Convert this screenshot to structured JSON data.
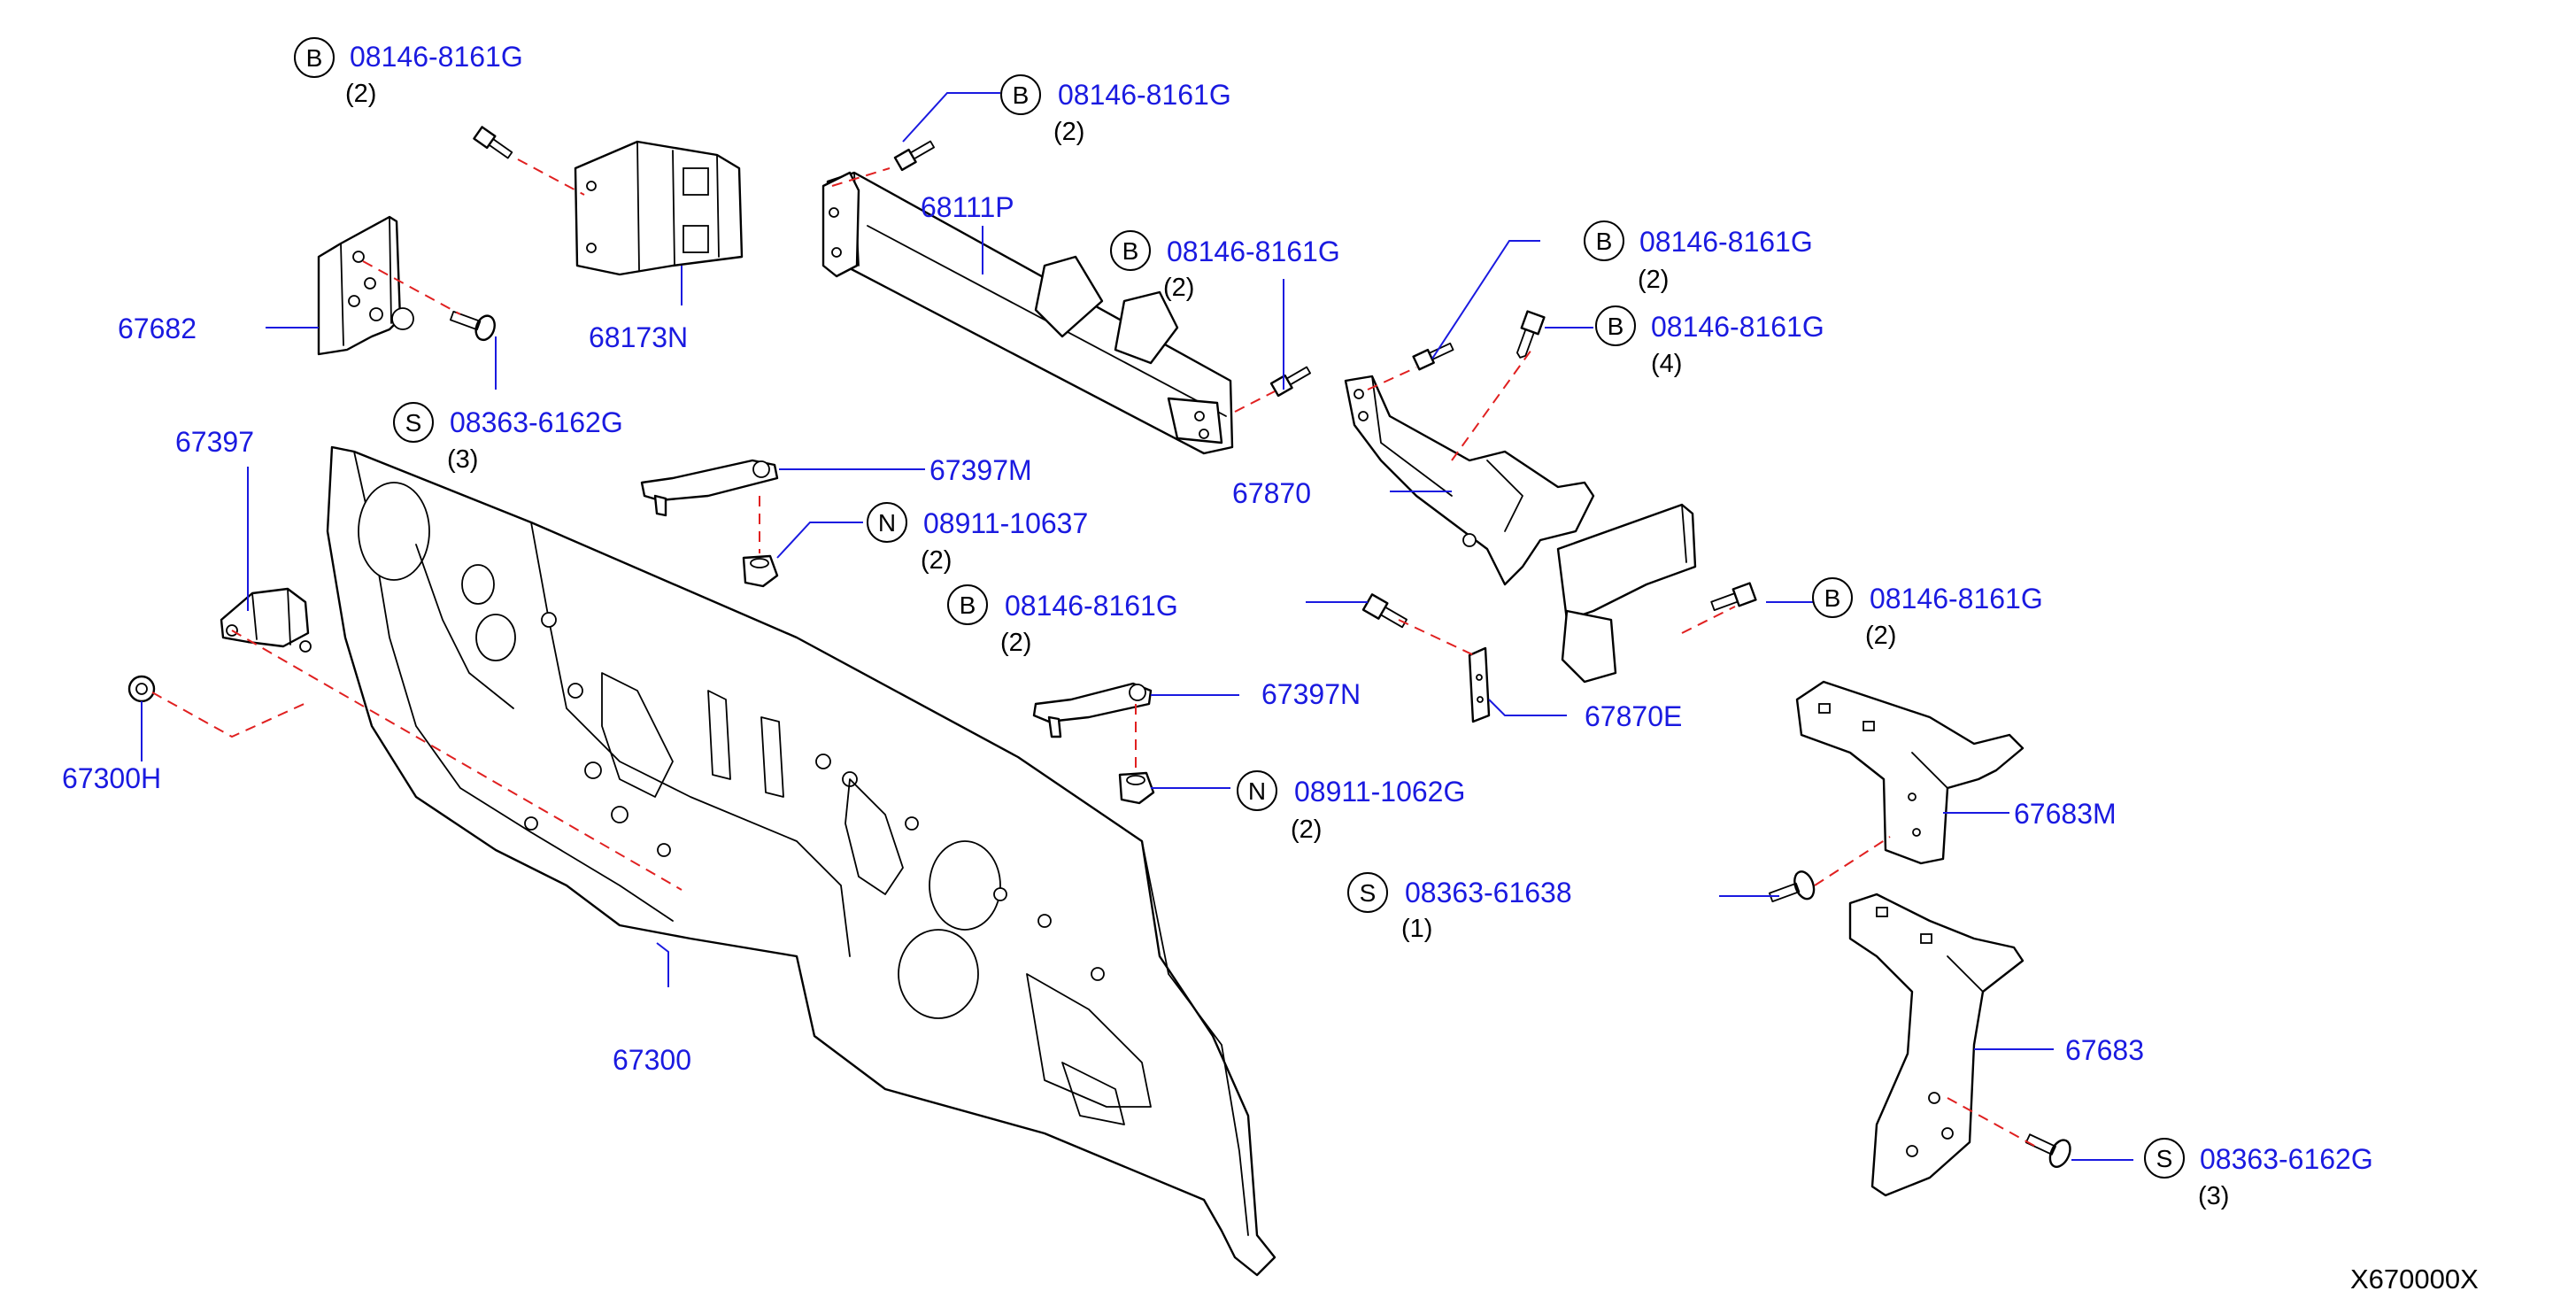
{
  "labels": {
    "p67682": "67682",
    "p68173n": "68173N",
    "p68111p": "68111P",
    "p67397": "67397",
    "p67397m": "67397M",
    "p67397n": "67397N",
    "p67300h": "67300H",
    "p67300": "67300",
    "p67870": "67870",
    "p67870e": "67870E",
    "p67683m": "67683M",
    "p67683": "67683",
    "bolt_1": "08146-8161G",
    "bolt_2": "08146-8161G",
    "bolt_3": "08146-8161G",
    "bolt_4": "08146-8161G",
    "bolt_5": "08146-8161G",
    "bolt_6": "08146-8161G",
    "bolt_7": "08146-8161G",
    "screw_1": "08363-6162G",
    "screw_2": "08363-61638",
    "screw_3": "08363-6162G",
    "nut_1": "08911-10637",
    "nut_2": "08911-1062G"
  },
  "quantities": {
    "bolt_1": "(2)",
    "bolt_2": "(2)",
    "bolt_3": "(2)",
    "bolt_4": "(2)",
    "bolt_5": "(4)",
    "bolt_6": "(2)",
    "bolt_7": "(2)",
    "screw_1": "(3)",
    "screw_2": "(1)",
    "screw_3": "(3)",
    "nut_1": "(2)",
    "nut_2": "(2)"
  },
  "badges": {
    "bolt": "B",
    "screw": "S",
    "nut": "N"
  },
  "diagram_ref": "X670000X",
  "colors": {
    "part_number": "#1a1ae0",
    "quantity": "#000000",
    "dashed_connector": "#e02020",
    "line_art": "#000000"
  }
}
